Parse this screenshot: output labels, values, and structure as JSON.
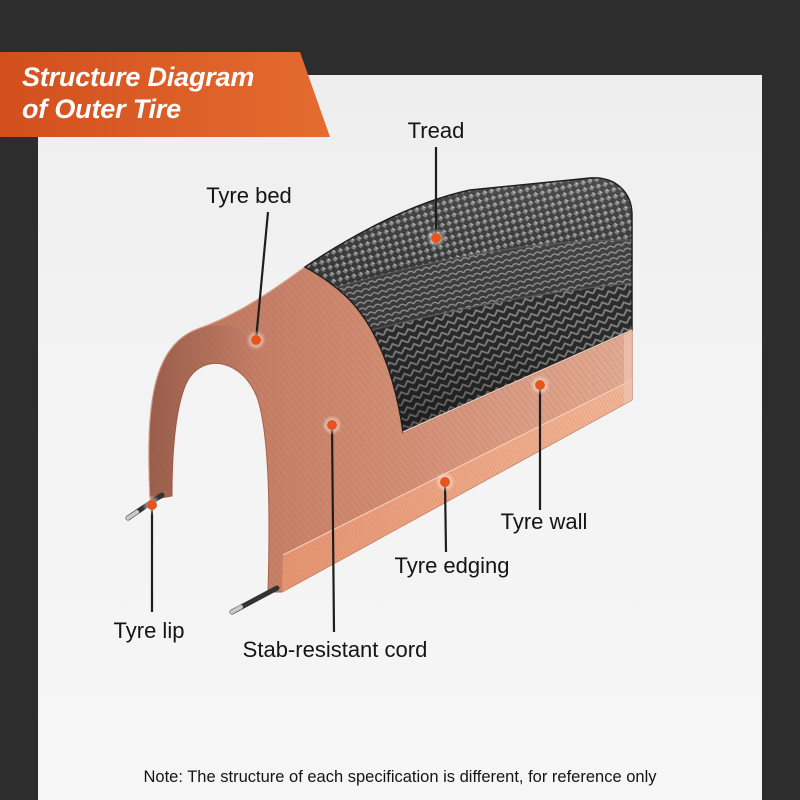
{
  "banner": {
    "line1": "Structure Diagram",
    "line2": "of Outer Tire"
  },
  "labels": {
    "tread": "Tread",
    "tyre_bed": "Tyre bed",
    "tyre_wall": "Tyre wall",
    "tyre_edging": "Tyre edging",
    "tyre_lip": "Tyre lip",
    "stab_resistant_cord": "Stab-resistant cord"
  },
  "note": "Note: The structure of each specification is different, for reference only",
  "colors": {
    "background": "#2d2d2d",
    "panel": "#f3f3f3",
    "banner_start": "#d24f1d",
    "banner_end": "#e46c30",
    "banner_text": "#ffffff",
    "marker": "#e8541c",
    "leader_line": "#1e1e1e",
    "tread": "#3a3a3a",
    "casing": "#d08b72",
    "edging": "#ec9f7b"
  }
}
